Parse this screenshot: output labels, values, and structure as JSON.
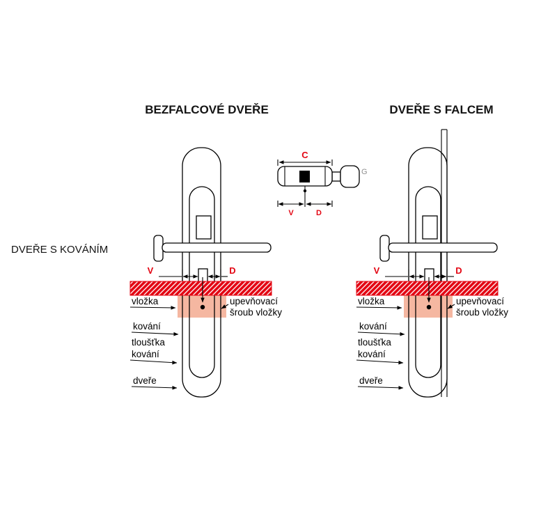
{
  "titles": {
    "left_diagram": "BEZFALCOVÉ DVEŘE",
    "right_diagram": "DVEŘE S FALCEM",
    "side_label": "DVEŘE S KOVÁNÍM"
  },
  "cylinder_inset": {
    "dim_c": "C",
    "dim_v": "V",
    "dim_d": "D",
    "knob_label": "G"
  },
  "measure_labels": {
    "v": "V",
    "d": "D"
  },
  "part_labels": {
    "vlozka": "vložka",
    "kovani": "kování",
    "tloustka_line1": "tloušťka",
    "tloustka_line2": "kování",
    "dvere": "dveře",
    "sroub_line1": "upevňovací",
    "sroub_line2": "šroub vložky"
  },
  "colors": {
    "red": "#e30613",
    "hatch_line": "#ffffff",
    "pink": "#f5b7a1",
    "line": "#000000",
    "gray": "#8f8f8f",
    "background": "#ffffff"
  }
}
